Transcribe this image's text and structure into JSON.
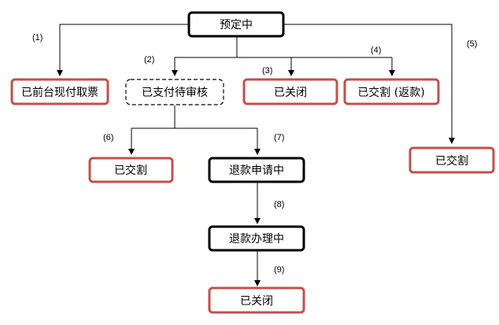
{
  "colors": {
    "status_active": "#000000",
    "status_final": "#c0504d",
    "status_pending": "#000000",
    "background": "#ffffff"
  },
  "nodes": {
    "booking": "预定中",
    "front_desk_pay": "已前台现付取票",
    "paid_pending_review": "已支付待审核",
    "closed_a": "已关闭",
    "settled_refund": "已交割 (返款)",
    "settled_direct": "已交割",
    "settled_after_review": "已交割",
    "refund_applying": "退款申请中",
    "refund_processing": "退款办理中",
    "closed_b": "已关闭"
  },
  "steps": {
    "s1": "(1)",
    "s2": "(2)",
    "s3": "(3)",
    "s4": "(4)",
    "s5": "(5)",
    "s6": "(6)",
    "s7": "(7)",
    "s8": "(8)",
    "s9": "(9)"
  }
}
